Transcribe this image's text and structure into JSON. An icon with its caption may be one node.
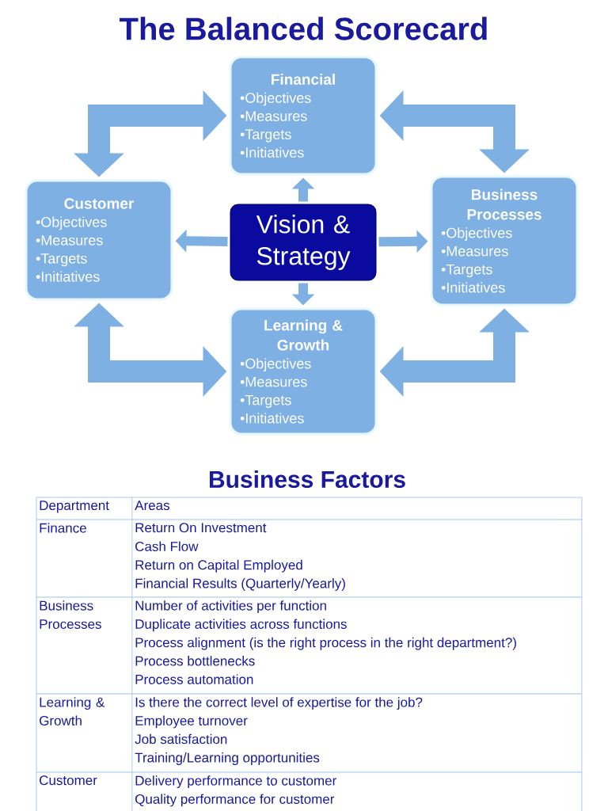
{
  "diagram": {
    "title": "The Balanced Scorecard",
    "nodes": [
      {
        "text": [
          "Financial",
          "•Objectives",
          "•Measures",
          "•Targets",
          "•Initiatives"
        ]
      },
      {
        "text": [
          "Customer",
          "•Objectives",
          "•Measures",
          "•Targets",
          "•Initiatives"
        ]
      },
      {
        "text": [
          "Vision & Strategy"
        ]
      },
      {
        "text": [
          "Business Processes",
          "•Objectives",
          "•Measures",
          "•Targets",
          "•Initiatives"
        ]
      },
      {
        "text": [
          "Learning & Growth",
          "•Objectives",
          "•Measures",
          "•Targets",
          "•Initiatives"
        ]
      }
    ],
    "edges": [
      {
        "from": 2,
        "to": 0,
        "arrow": "to"
      },
      {
        "from": 2,
        "to": 1,
        "arrow": "to"
      },
      {
        "from": 2,
        "to": 3,
        "arrow": "to"
      },
      {
        "from": 2,
        "to": 4,
        "arrow": "to"
      },
      {
        "from": 1,
        "to": 0,
        "arrow": "both",
        "style": "thick"
      },
      {
        "from": 0,
        "to": 3,
        "arrow": "both",
        "style": "thick"
      },
      {
        "from": 4,
        "to": 1,
        "arrow": "both",
        "style": "thick"
      },
      {
        "from": 4,
        "to": 3,
        "arrow": "both",
        "style": "thick"
      }
    ],
    "labels": [
      "Business Factors",
      "Department",
      "Areas",
      "Finance",
      "Return On Investment",
      "Cash Flow",
      "Return on Capital Employed",
      "Financial Results (Quarterly/Yearly)",
      "Business Processes",
      "Number of activities per function",
      "Duplicate activities across functions",
      "Process alignment (is the right process in the right department?)",
      "Process bottlenecks",
      "Process automation",
      "Learning & Growth",
      "Is there the correct level of expertise for the job?",
      "Employee turnover",
      "Job satisfaction",
      "Training/Learning opportunities",
      "Customer",
      "Delivery performance to customer",
      "Quality performance for customer"
    ]
  }
}
